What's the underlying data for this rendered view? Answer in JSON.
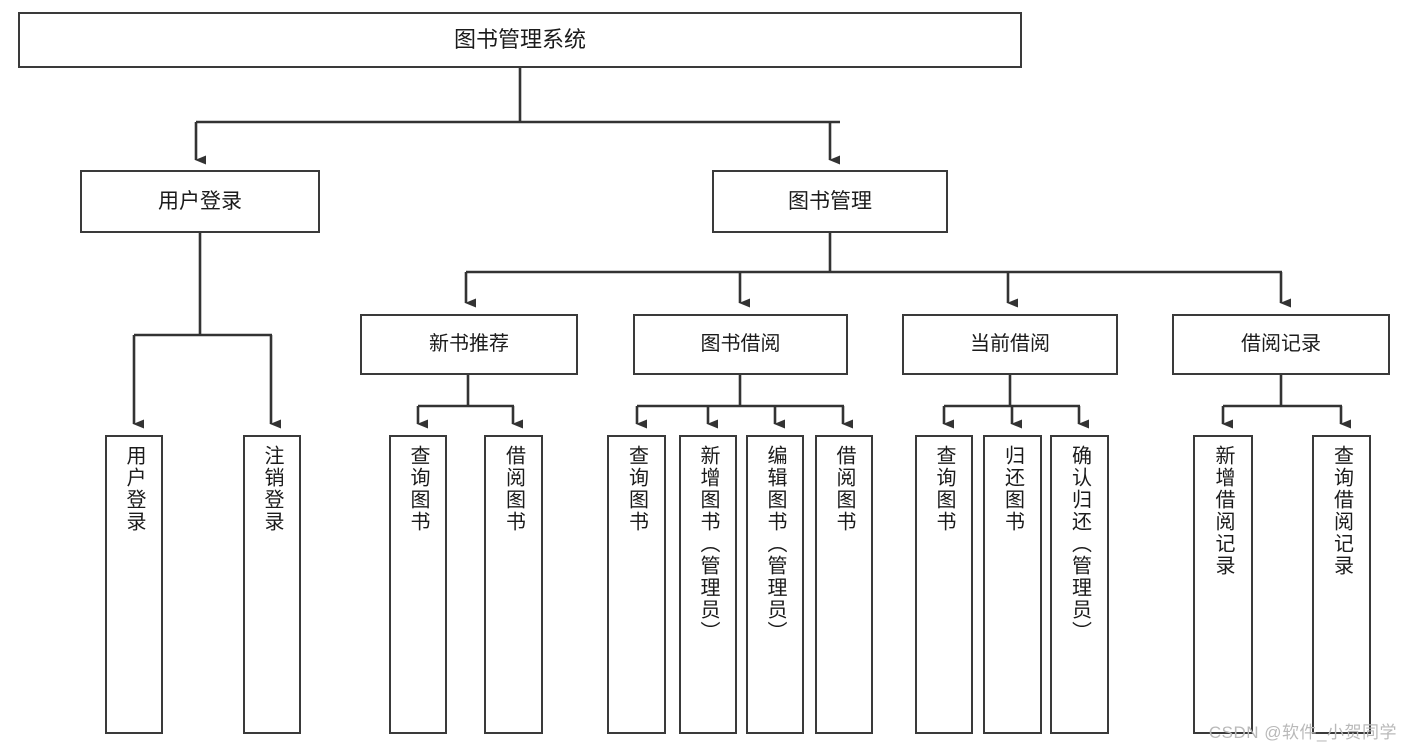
{
  "diagram": {
    "title": "图书管理系统",
    "type": "tree-hierarchy-chart",
    "root": {
      "id": "root",
      "label": "图书管理系统"
    },
    "level2": [
      {
        "id": "user-login",
        "label": "用户登录"
      },
      {
        "id": "book-manage",
        "label": "图书管理"
      }
    ],
    "level3": [
      {
        "id": "new-book-rec",
        "label": "新书推荐",
        "parent": "book-manage"
      },
      {
        "id": "book-borrow",
        "label": "图书借阅",
        "parent": "book-manage"
      },
      {
        "id": "current-borrow",
        "label": "当前借阅",
        "parent": "book-manage"
      },
      {
        "id": "borrow-record",
        "label": "借阅记录",
        "parent": "book-manage"
      }
    ],
    "leaves": [
      {
        "id": "leaf-user-login",
        "label": "用户登录",
        "parent": "user-login"
      },
      {
        "id": "leaf-logout-login",
        "label": "注销登录",
        "parent": "user-login"
      },
      {
        "id": "leaf-query-book-1",
        "label": "查询图书",
        "parent": "new-book-rec"
      },
      {
        "id": "leaf-borrow-book-1",
        "label": "借阅图书",
        "parent": "new-book-rec"
      },
      {
        "id": "leaf-query-book-2",
        "label": "查询图书",
        "parent": "book-borrow"
      },
      {
        "id": "leaf-add-book",
        "label": "新增图书（管理员）",
        "parent": "book-borrow"
      },
      {
        "id": "leaf-edit-book",
        "label": "编辑图书（管理员）",
        "parent": "book-borrow"
      },
      {
        "id": "leaf-borrow-book-2",
        "label": "借阅图书",
        "parent": "book-borrow"
      },
      {
        "id": "leaf-query-book-3",
        "label": "查询图书",
        "parent": "current-borrow"
      },
      {
        "id": "leaf-return-book",
        "label": "归还图书",
        "parent": "current-borrow"
      },
      {
        "id": "leaf-confirm-return",
        "label": "确认归还（管理员）",
        "parent": "current-borrow"
      },
      {
        "id": "leaf-add-record",
        "label": "新增借阅记录",
        "parent": "borrow-record"
      },
      {
        "id": "leaf-query-record",
        "label": "查询借阅记录",
        "parent": "borrow-record"
      }
    ]
  },
  "watermark": {
    "text": "CSDN @软件_小贺同学"
  },
  "colors": {
    "border": "#3a3a3a",
    "text": "#1b1b1b",
    "background": "#ffffff",
    "edge": "#333333",
    "watermark": "#b9b9b9"
  }
}
